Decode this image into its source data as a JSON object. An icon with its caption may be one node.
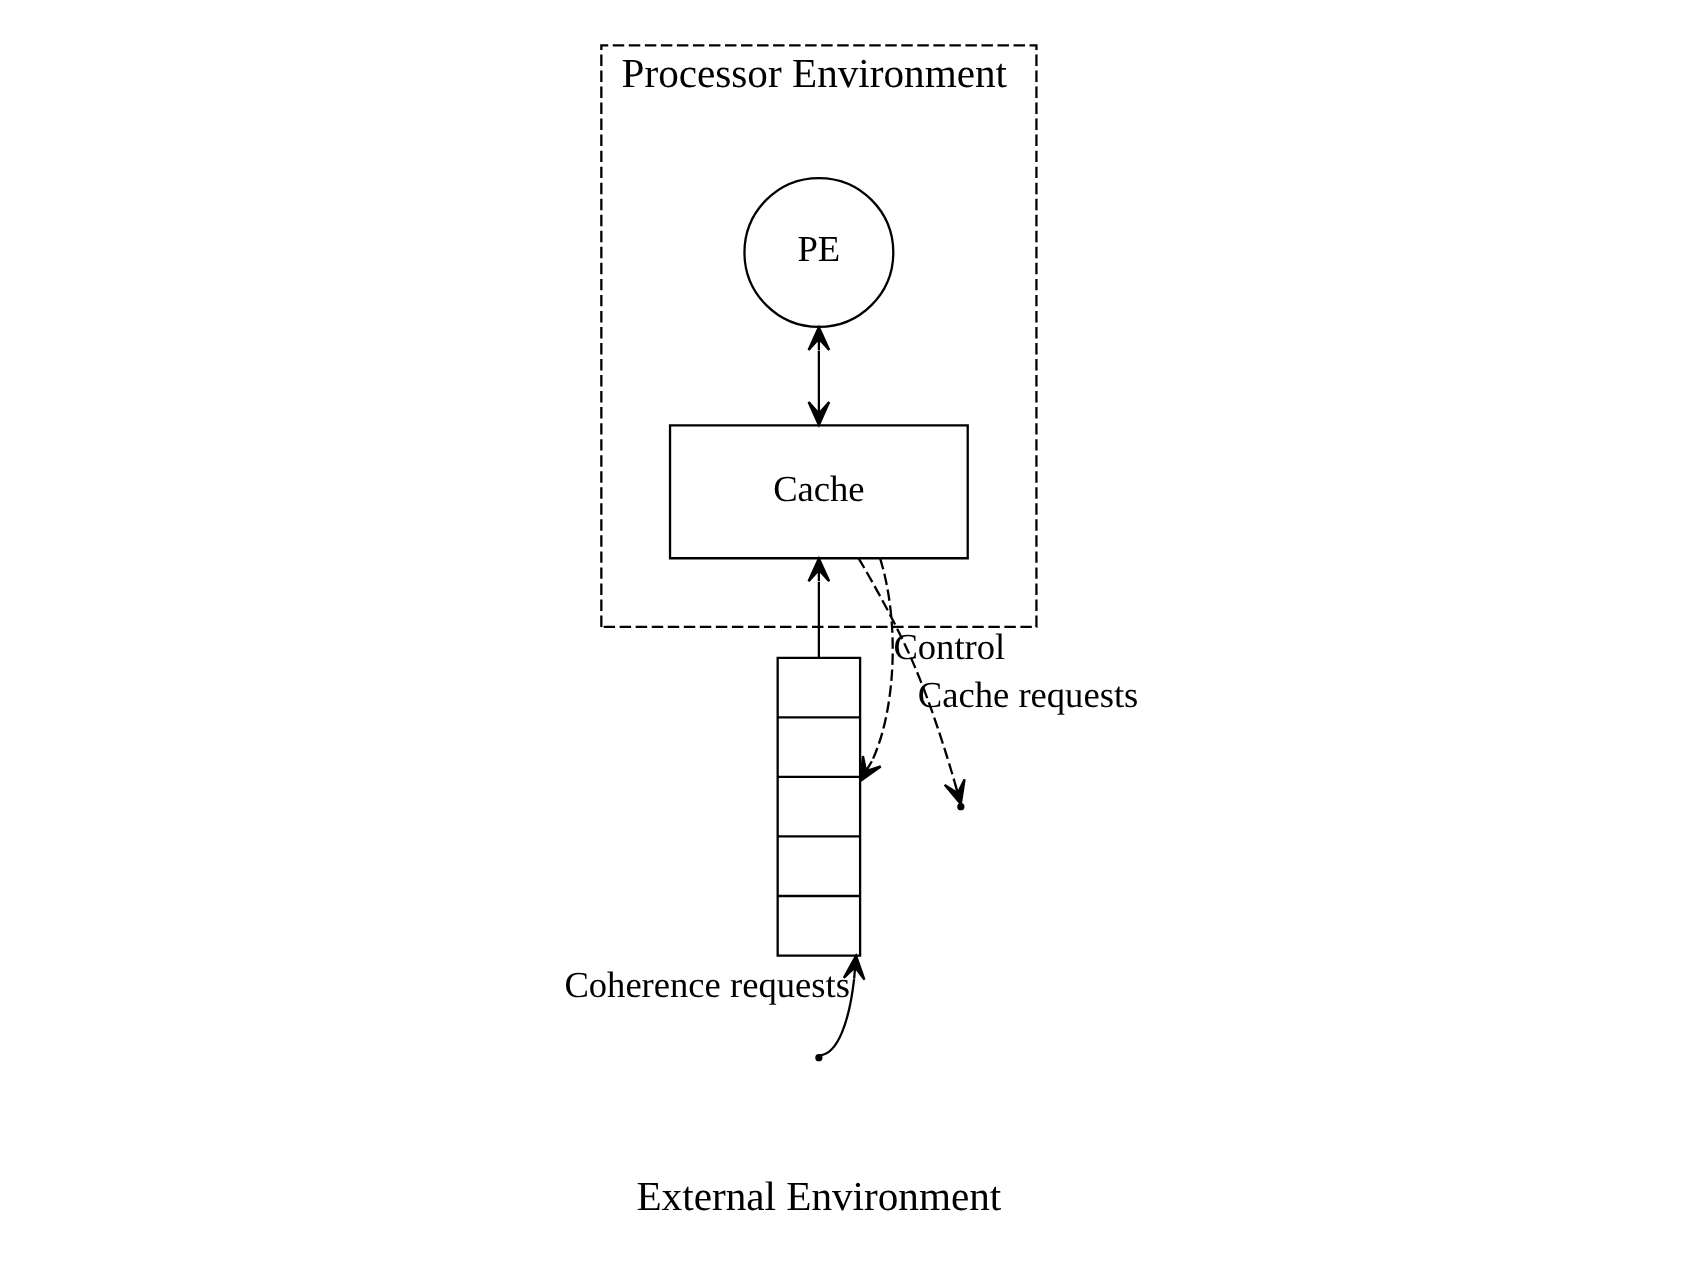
{
  "diagram": {
    "nodes": [
      {
        "text": [
          "Processor Environment"
        ]
      },
      {
        "text": [
          "PE"
        ],
        "in": 0
      },
      {
        "text": [
          "Cache"
        ],
        "in": 0
      },
      {
        "text": [],
        "shape": "queue"
      }
    ],
    "edges": [
      {
        "from": 1,
        "to": 2,
        "arrow": "both"
      },
      {
        "from": 2,
        "to": null,
        "arrow": "to",
        "style": "dashed",
        "label": "Cache requests"
      },
      {
        "from": 3,
        "to": 2,
        "arrow": "to"
      },
      {
        "from": 2,
        "to": 3,
        "arrow": "to",
        "style": "dashed",
        "label": "Control"
      },
      {
        "from": null,
        "to": 3,
        "arrow": "to",
        "label": "Coherence requests"
      }
    ],
    "labels": [
      "External Environment"
    ]
  }
}
